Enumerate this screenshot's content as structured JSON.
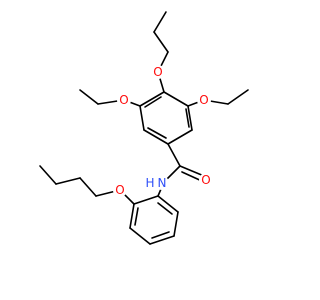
{
  "molecule": {
    "atoms": [
      {
        "symbol": "O",
        "color": "#ff0d0d"
      },
      {
        "symbol": "O",
        "color": "#ff0d0d"
      },
      {
        "symbol": "O",
        "color": "#ff0d0d"
      },
      {
        "symbol": "O",
        "color": "#ff0d0d"
      },
      {
        "symbol": "N",
        "color": "#3050f8"
      },
      {
        "symbol": "H",
        "color": "#3050f8"
      },
      {
        "symbol": "O",
        "color": "#ff0d0d"
      }
    ],
    "bond_color": "#000000"
  }
}
